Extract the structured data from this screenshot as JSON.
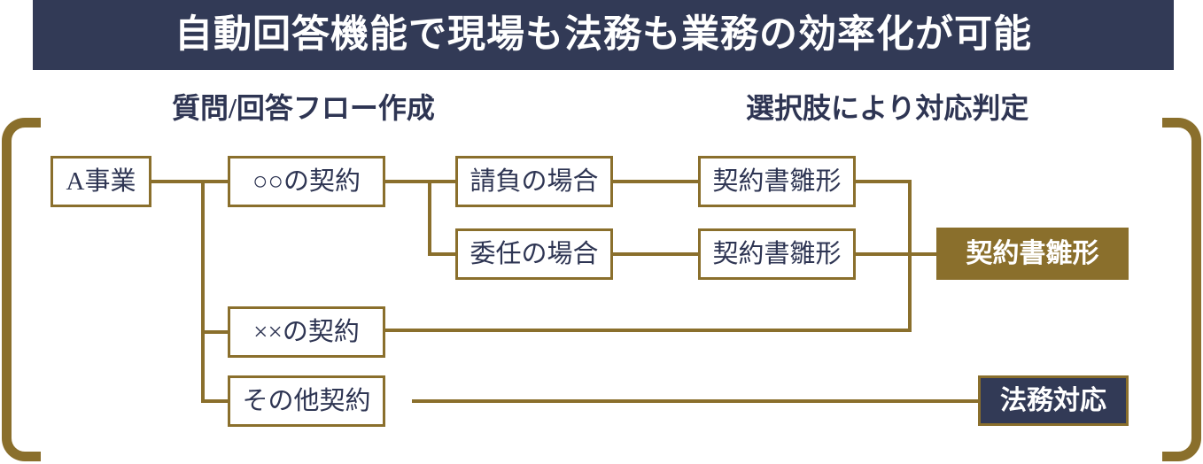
{
  "title": {
    "text": "自動回答機能で現場も法務も業務の効率化が可能",
    "bar_color": "#323a56",
    "text_color": "#ffffff"
  },
  "sections": {
    "left_heading": "質問/回答フロー作成",
    "right_heading": "選択肢により対応判定",
    "heading_color": "#2e3553"
  },
  "palette": {
    "navy": "#323a56",
    "bronze": "#8a6f2c",
    "background": "#ffffff",
    "box_text": "#2e3553"
  },
  "flow": {
    "root": {
      "label": "A事業"
    },
    "contracts": [
      {
        "label": "○○の契約"
      },
      {
        "label": "××の契約"
      },
      {
        "label": "その他契約"
      }
    ],
    "conditions": [
      {
        "label": "請負の場合"
      },
      {
        "label": "委任の場合"
      }
    ],
    "templates": [
      {
        "label": "契約書雛形"
      },
      {
        "label": "契約書雛形"
      }
    ],
    "results": [
      {
        "label": "契約書雛形",
        "style": "filled-gold"
      },
      {
        "label": "法務対応",
        "style": "filled-navy"
      }
    ]
  }
}
